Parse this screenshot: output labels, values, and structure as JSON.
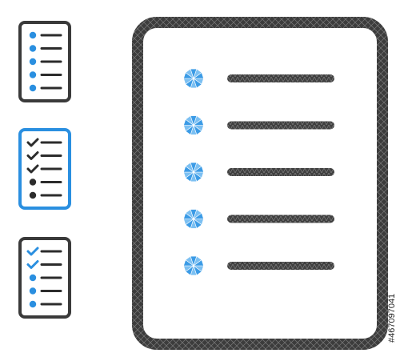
{
  "icons": [
    {
      "name": "document-list-icon-small-gray",
      "frame_color": "#3a3a3a",
      "bullet_color": "#2a8fe0",
      "bullets": [
        "dot",
        "dot",
        "dot",
        "dot",
        "dot"
      ]
    },
    {
      "name": "checklist-icon-small-blue",
      "frame_color": "#2a8fe0",
      "bullet_color": "#2c2c2c",
      "bullets": [
        "check",
        "check",
        "check",
        "dot",
        "dot"
      ]
    },
    {
      "name": "checklist-icon-small-mixed",
      "frame_color": "#3a3a3a",
      "bullet_color": "#2a8fe0",
      "bullets": [
        "check",
        "check",
        "dot",
        "dot",
        "dot"
      ]
    },
    {
      "name": "document-list-icon-large-mesh",
      "frame_color": "#3c3c3c",
      "bullet_color": "#3b9be6",
      "bullets": [
        "gem",
        "gem",
        "gem",
        "gem",
        "gem"
      ]
    }
  ],
  "stock_id": "#467097041",
  "colors": {
    "dark": "#3a3a3a",
    "blue": "#2a8fe0",
    "line": "#3f3f3f"
  }
}
